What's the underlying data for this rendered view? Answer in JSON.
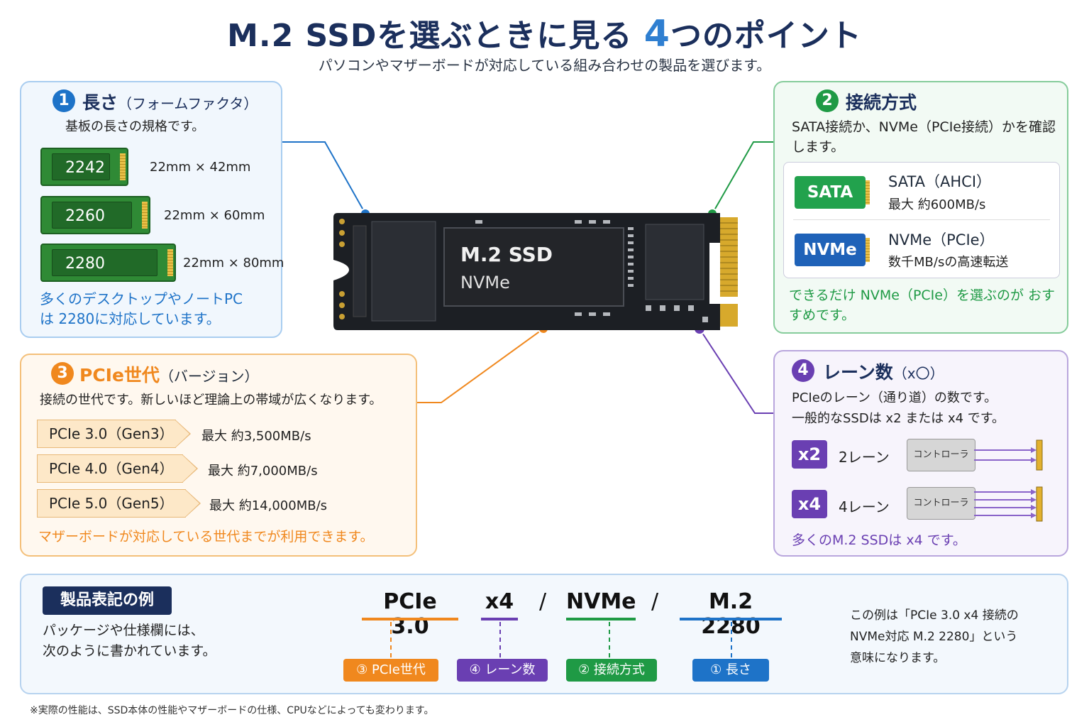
{
  "header": {
    "title_prefix": "M.2 SSDを選ぶときに見る",
    "title_num": "4",
    "title_suffix": "つのポイント",
    "subtitle": "パソコンやマザーボードが対応している組み合わせの製品を選びます。"
  },
  "ssd": {
    "label": "M.2 SSD",
    "sublabel": "NVMe"
  },
  "length": {
    "num": "1",
    "title": "長さ",
    "title_sub": "（フォームファクタ）",
    "desc": "基板の長さの規格です。",
    "boards": [
      {
        "code": "2242",
        "dim": "22mm × 42mm"
      },
      {
        "code": "2260",
        "dim": "22mm × 60mm"
      },
      {
        "code": "2280",
        "dim": "22mm × 80mm"
      }
    ],
    "note": "多くのデスクトップやノートPCは 2280に対応しています。"
  },
  "interface": {
    "num": "2",
    "title": "接続方式",
    "desc": "SATA接続か、NVMe（PCIe接続）かを確認します。",
    "items": [
      {
        "badge": "SATA",
        "name": "SATA（AHCI）",
        "detail": "最大 約600MB/s"
      },
      {
        "badge": "NVMe",
        "name": "NVMe（PCIe）",
        "detail": "数千MB/sの高速転送"
      }
    ],
    "note": "できるだけ NVMe（PCIe）を選ぶのが おすすめです。"
  },
  "pcie": {
    "num": "3",
    "title": "PCIe世代",
    "title_sub": "（バージョン）",
    "desc": "接続の世代です。新しいほど理論上の帯域が広くなります。",
    "gens": [
      {
        "label": "PCIe 3.0（Gen3）",
        "speed": "最大 約3,500MB/s"
      },
      {
        "label": "PCIe 4.0（Gen4）",
        "speed": "最大 約7,000MB/s"
      },
      {
        "label": "PCIe 5.0（Gen5）",
        "speed": "最大 約14,000MB/s"
      }
    ],
    "note": "マザーボードが対応している世代までが利用できます。"
  },
  "lanes": {
    "num": "4",
    "title": "レーン数",
    "title_sub": "（x〇）",
    "desc1": "PCIeのレーン（通り道）の数です。",
    "desc2": "一般的なSSDは x2 または x4 です。",
    "items": [
      {
        "badge": "x2",
        "label": "2レーン",
        "controller": "コントローラ"
      },
      {
        "badge": "x4",
        "label": "4レーン",
        "controller": "コントローラ"
      }
    ],
    "note": "多くのM.2 SSDは x4 です。"
  },
  "example": {
    "badge": "製品表記の例",
    "desc1": "パッケージや仕様欄には、",
    "desc2": "次のように書かれています。",
    "parts": [
      "PCIe 3.0",
      "x4",
      "NVMe",
      "M.2 2280"
    ],
    "slash": "/",
    "tags": [
      "③ PCIe世代",
      "④ レーン数",
      "② 接続方式",
      "① 長さ"
    ],
    "explain1": "この例は「PCIe 3.0 x4 接続の",
    "explain2": "NVMe対応 M.2 2280」という",
    "explain3": "意味になります。"
  },
  "footnote": "※実際の性能は、SSD本体の性能やマザーボードの仕様、CPUなどによっても変わります。",
  "colors": {
    "blue": "#1e73c8",
    "green": "#1f9a45",
    "orange": "#f0881e",
    "purple": "#6a3fb2",
    "navy": "#1b2f5c"
  }
}
